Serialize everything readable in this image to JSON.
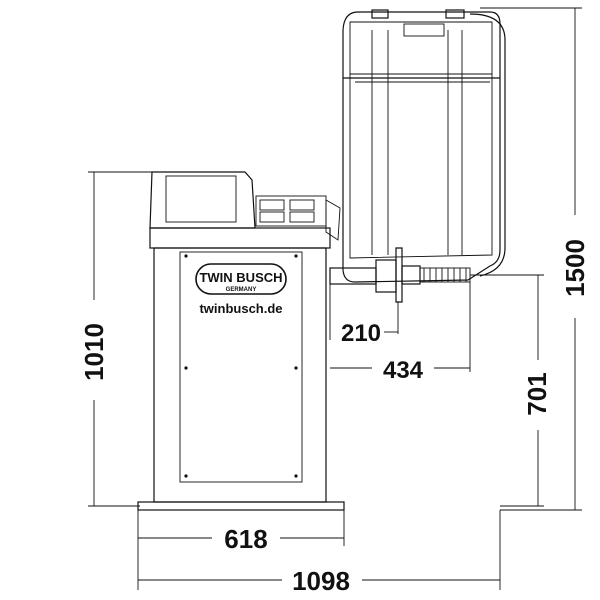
{
  "brand": {
    "name": "TWIN BUSCH",
    "tagline": "GERMANY",
    "website": "twinbusch.de"
  },
  "dimensions": {
    "total_height": "1500",
    "base_height": "1010",
    "shaft_height": "701",
    "shaft_offset_inner": "210",
    "shaft_offset_outer": "434",
    "base_width": "618",
    "total_width": "1098"
  }
}
